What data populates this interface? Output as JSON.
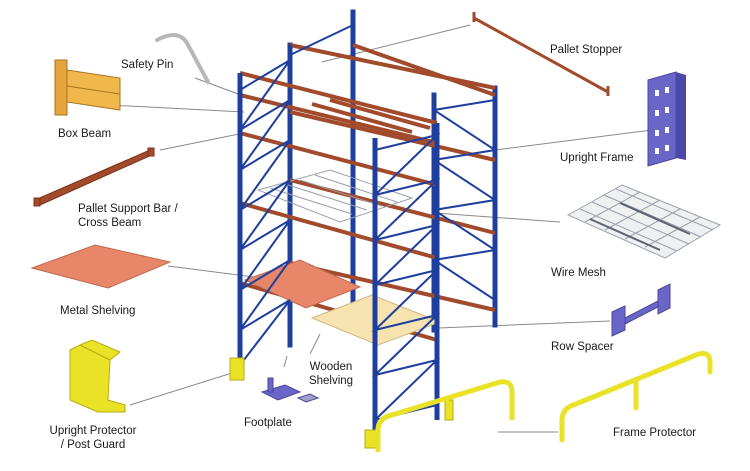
{
  "labels": {
    "safety_pin": "Safety Pin",
    "box_beam": "Box Beam",
    "pallet_support_bar_line1": "Pallet Support Bar /",
    "pallet_support_bar_line2": "Cross Beam",
    "metal_shelving": "Metal Shelving",
    "upright_protector_line1": "Upright Protector",
    "upright_protector_line2": "/ Post Guard",
    "footplate": "Footplate",
    "wooden_shelving_line1": "Wooden",
    "wooden_shelving_line2": "Shelving",
    "pallet_stopper": "Pallet Stopper",
    "upright_frame": "Upright Frame",
    "wire_mesh": "Wire Mesh",
    "row_spacer": "Row Spacer",
    "frame_protector": "Frame Protector"
  },
  "colors": {
    "upright": "#1f3f9e",
    "beam": "#a24a2c",
    "metal_shelf": "#e8866a",
    "wooden_shelf": "#f6e3b0",
    "protector": "#e9e227",
    "frame_part": "#6a66c8",
    "leader_line": "#8a8a8a"
  }
}
